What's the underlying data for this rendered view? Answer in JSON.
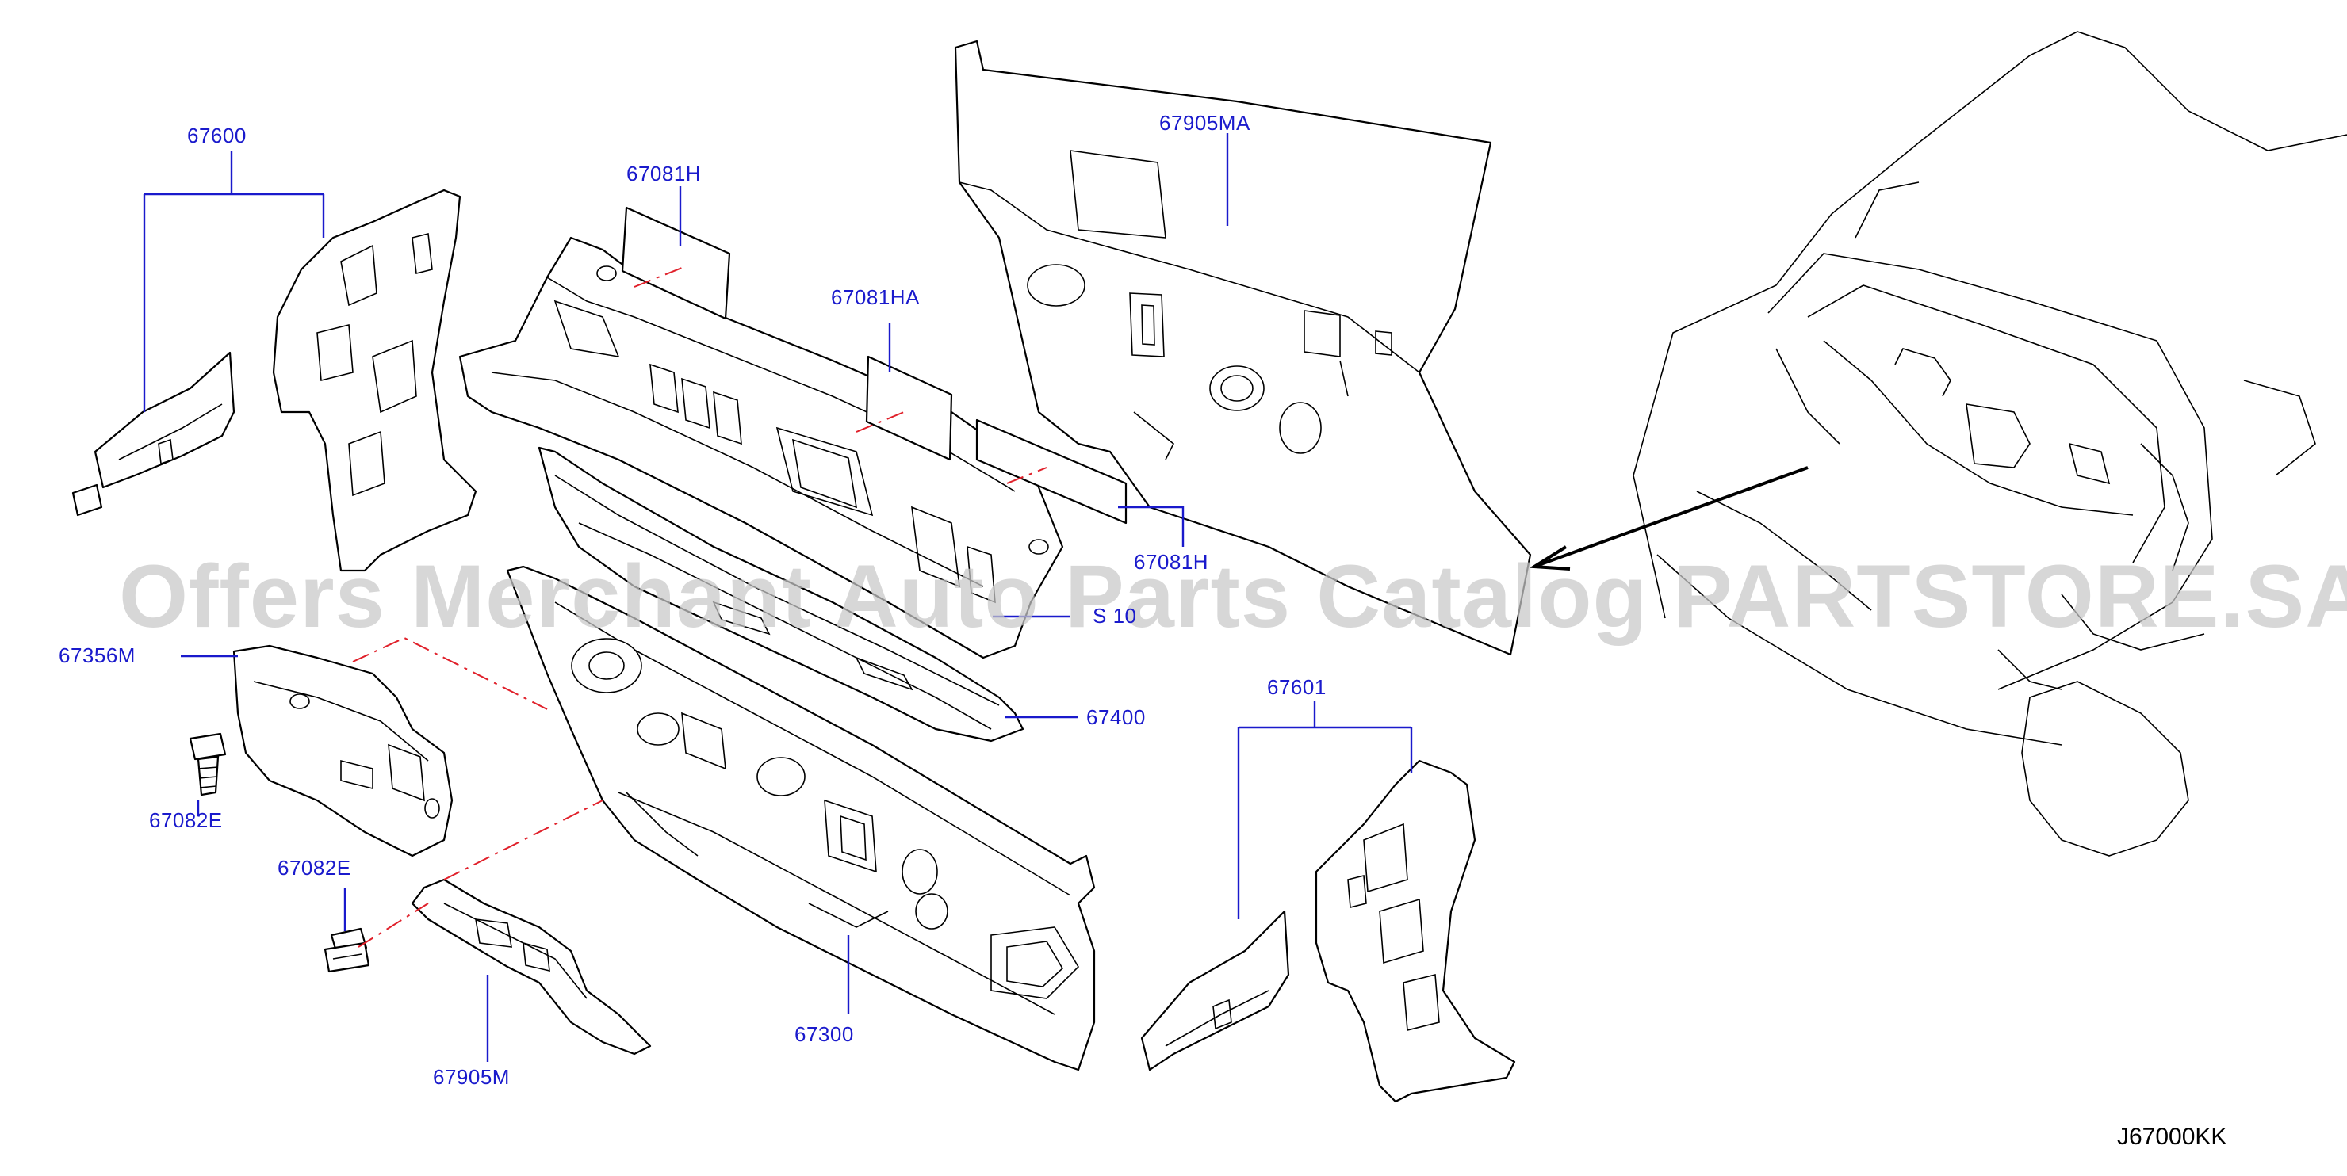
{
  "labels": {
    "p67600": "67600",
    "p67081H_top": "67081H",
    "p67081HA": "67081HA",
    "p67905MA": "67905MA",
    "p67081H_right": "67081H",
    "p67356M": "67356M",
    "p67400": "67400",
    "p67082E_left": "67082E",
    "p67082E_mid": "67082E",
    "p67300": "67300",
    "p67905M": "67905M",
    "p67601": "67601",
    "p_obscured": "S 10"
  },
  "watermark": "Offers Merchant Auto Parts Catalog PARTSTORE.SA",
  "diagram_code": "J67000KK",
  "colors": {
    "callout_text": "#1a1acc",
    "leader": "#1a1acc",
    "dashed_guide": "#e0202a",
    "linework": "#000000",
    "watermark": "#c9c9c9"
  }
}
